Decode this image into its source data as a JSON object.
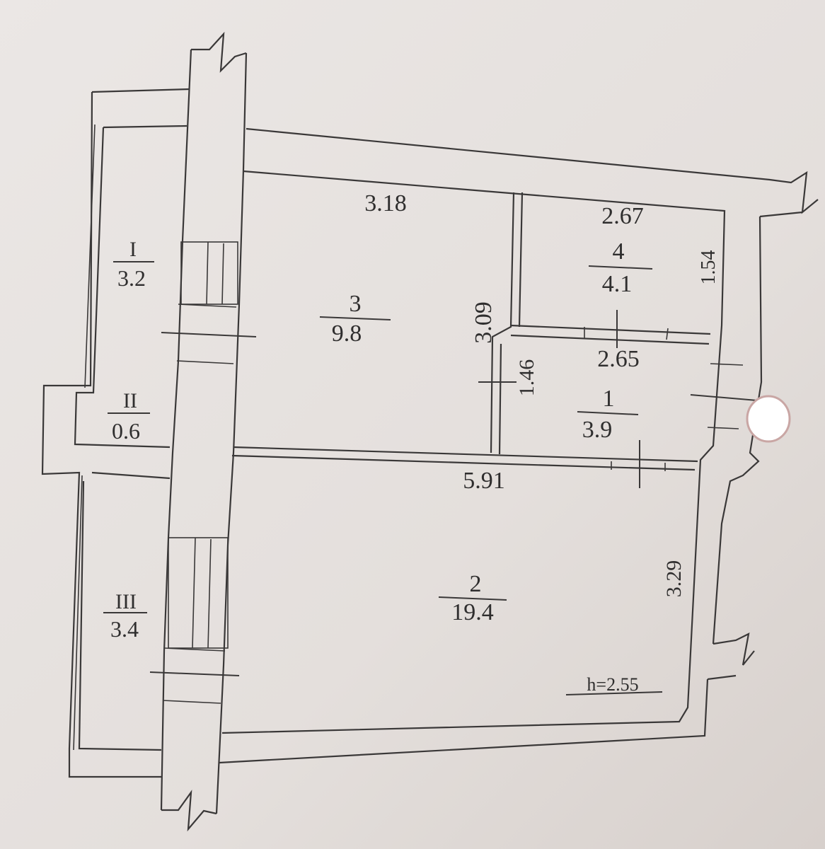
{
  "rooms": [
    {
      "number": "1",
      "area": "3.9"
    },
    {
      "number": "2",
      "area": "19.4"
    },
    {
      "number": "3",
      "area": "9.8"
    },
    {
      "number": "4",
      "area": "4.1"
    }
  ],
  "balconies": [
    {
      "number": "I",
      "area": "3.2"
    },
    {
      "number": "II",
      "area": "0.6"
    },
    {
      "number": "III",
      "area": "3.4"
    }
  ],
  "dimensions": {
    "room3_width": "3.18",
    "room3_depth": "3.09",
    "room4_width": "2.67",
    "room4_depth": "1.54",
    "room1_width": "2.65",
    "room1_depth": "1.46",
    "room2_width": "5.91",
    "room2_depth": "3.29"
  },
  "ceiling_height": "h=2.55"
}
